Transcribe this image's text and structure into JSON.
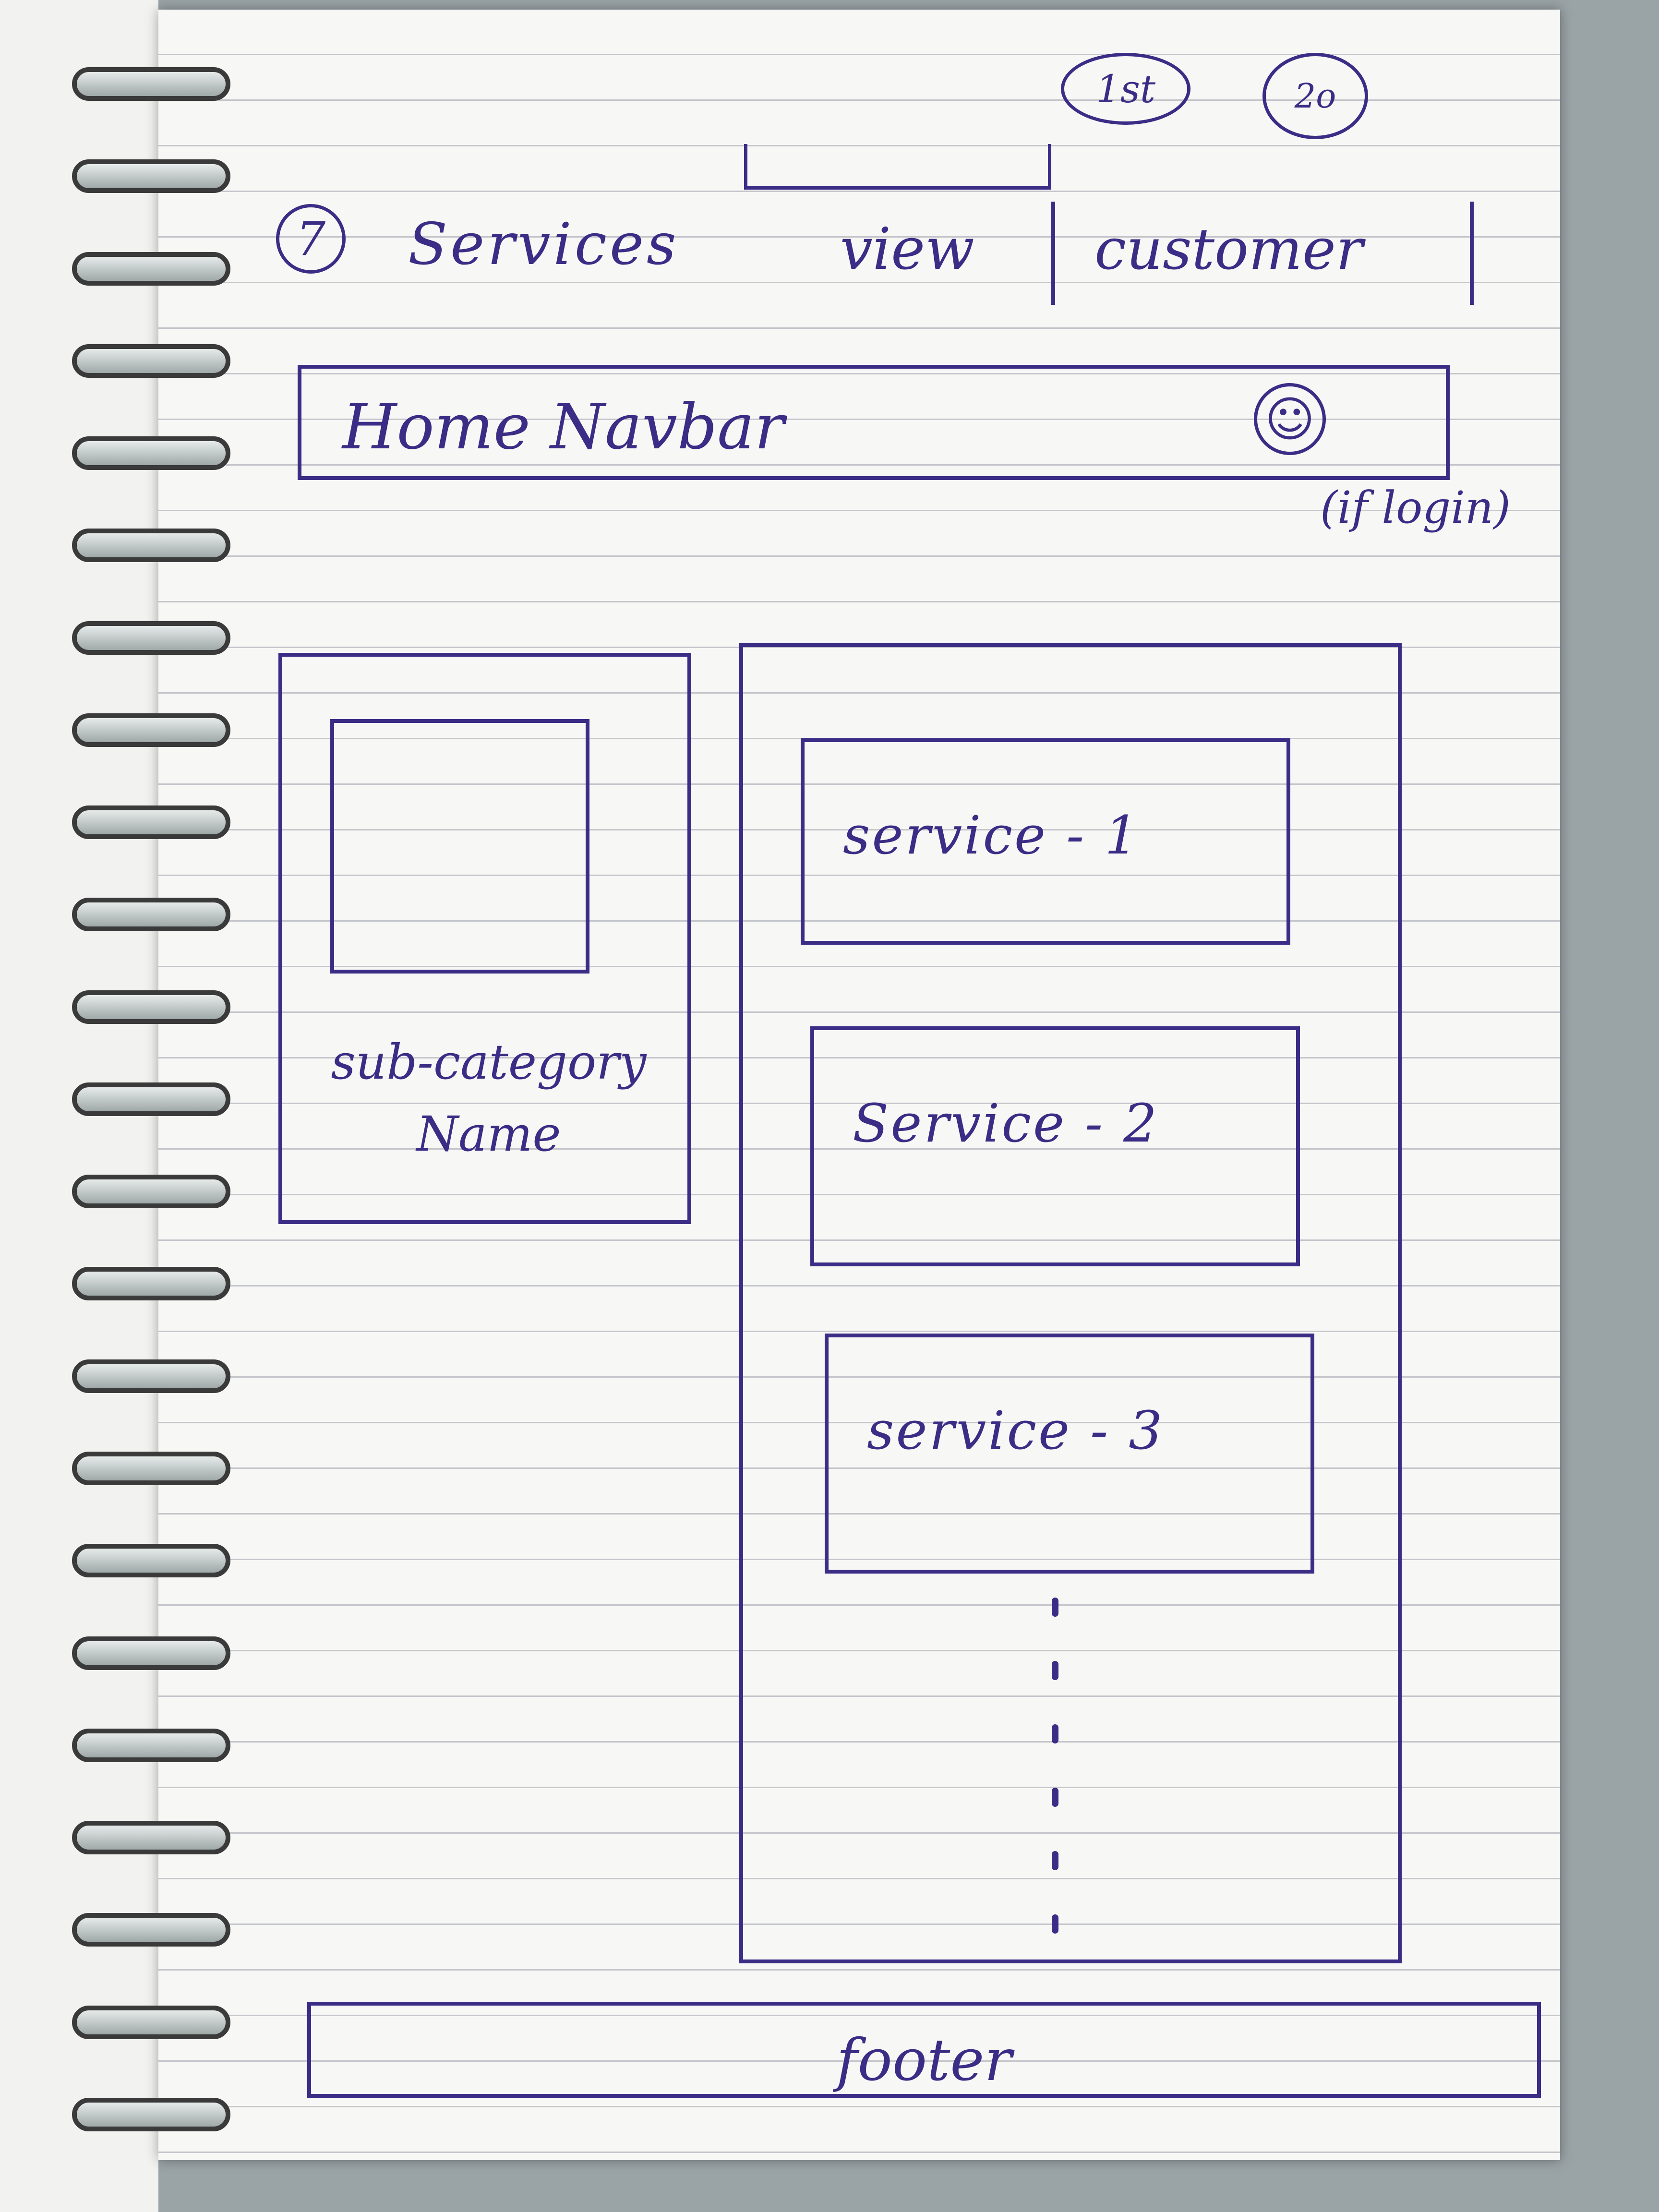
{
  "header": {
    "number": "7",
    "title": "Services",
    "view_word": "view",
    "audience": "customer"
  },
  "corner_note": {
    "first": "1st",
    "second": "2o"
  },
  "navbar": {
    "label": "Home Navbar",
    "user_icon": "user-icon",
    "login_note": "(if login)"
  },
  "subcategory": {
    "name": "sub-category Name"
  },
  "services": [
    {
      "label": "service - 1"
    },
    {
      "label": "Service - 2"
    },
    {
      "label": "service - 3"
    }
  ],
  "footer": {
    "label": "footer"
  },
  "colors": {
    "ink": "#3b2c86",
    "paper": "#f7f7f5",
    "rule_lines": "#c4c6cb"
  }
}
